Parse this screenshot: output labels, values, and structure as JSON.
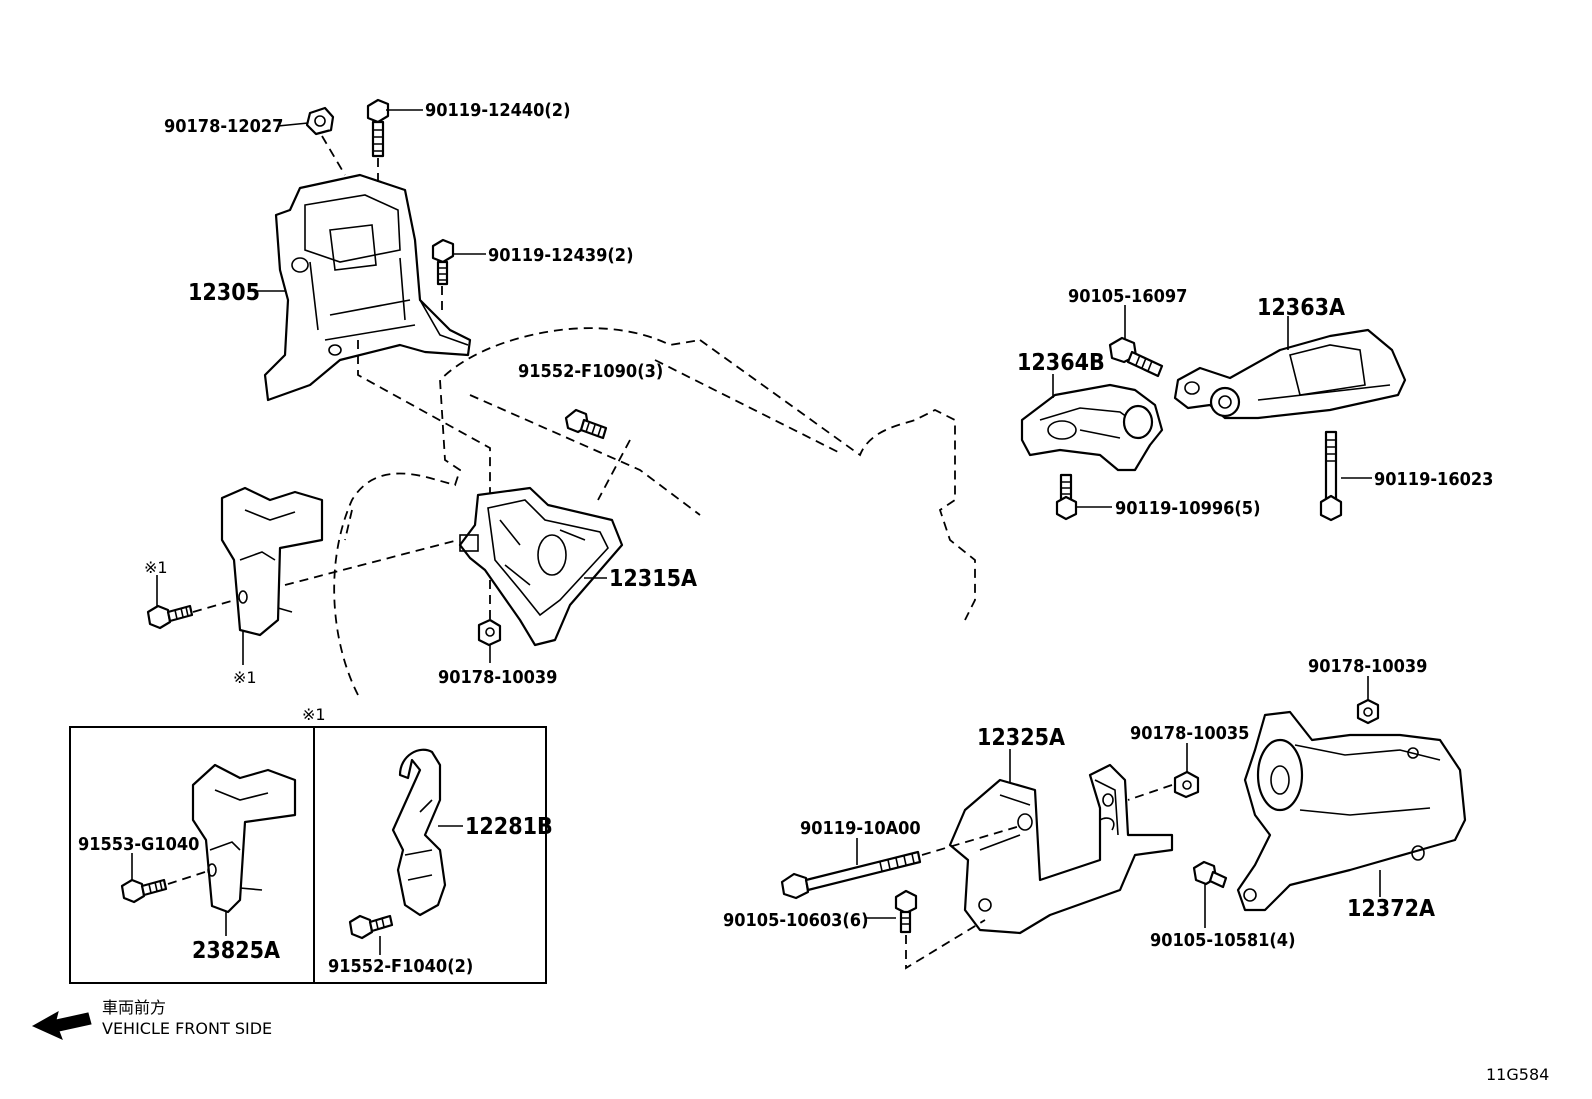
{
  "labels": {
    "p90178_12027": "90178-12027",
    "p90119_12440": "90119-12440(2)",
    "p90119_12439": "90119-12439(2)",
    "p12305": "12305",
    "p91552_F1090": "91552-F1090(3)",
    "p12315A": "12315A",
    "p90178_10039_a": "90178-10039",
    "ref1_bolt": "※1",
    "ref1_bracket": "※1",
    "ref1_inset": "※1",
    "p91553_G1040": "91553-G1040",
    "p23825A": "23825A",
    "p12281B": "12281B",
    "p91552_F1040": "91552-F1040(2)",
    "p90105_16097": "90105-16097",
    "p12363A": "12363A",
    "p12364B": "12364B",
    "p90119_10996": "90119-10996(5)",
    "p90119_16023": "90119-16023",
    "p90178_10039_b": "90178-10039",
    "p12325A": "12325A",
    "p90178_10035": "90178-10035",
    "p90119_10A00": "90119-10A00",
    "p90105_10603": "90105-10603(6)",
    "p90105_10581": "90105-10581(4)",
    "p12372A": "12372A"
  },
  "legend": {
    "japanese": "車両前方",
    "english": "VEHICLE FRONT SIDE"
  },
  "diagram_code": "11G584"
}
